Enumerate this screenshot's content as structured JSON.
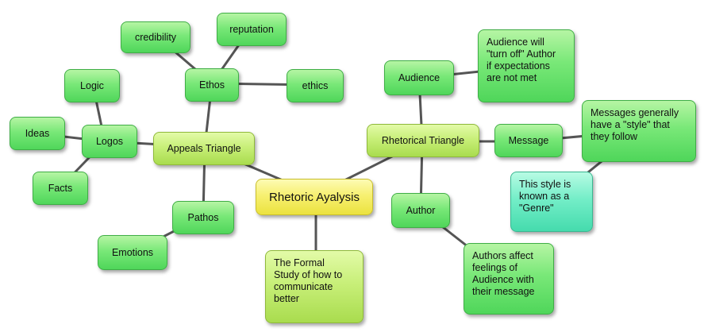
{
  "colors": {
    "connector": "#555555"
  },
  "nodes": {
    "rhetoric": "Rhetoric Ayalysis",
    "formal": "The Formal\nStudy of how to\ncommunicate\nbetter",
    "appeals": "Appeals Triangle",
    "ethos": "Ethos",
    "credibility": "credibility",
    "reputation": "reputation",
    "ethics": "ethics",
    "logos": "Logos",
    "logic": "Logic",
    "ideas": "Ideas",
    "facts": "Facts",
    "pathos": "Pathos",
    "emotions": "Emotions",
    "rhetorical": "Rhetorical Triangle",
    "audience": "Audience",
    "audience_note": "Audience will\n\"turn off\" Author\n if expectations\nare not met",
    "message": "Message",
    "message_note": "Messages generally\n have a \"style\" that\nthey follow",
    "genre_note": "This style is\nknown as a\n\"Genre\"",
    "author": "Author",
    "author_note": "Authors affect\n feelings of\nAudience with\ntheir message"
  }
}
